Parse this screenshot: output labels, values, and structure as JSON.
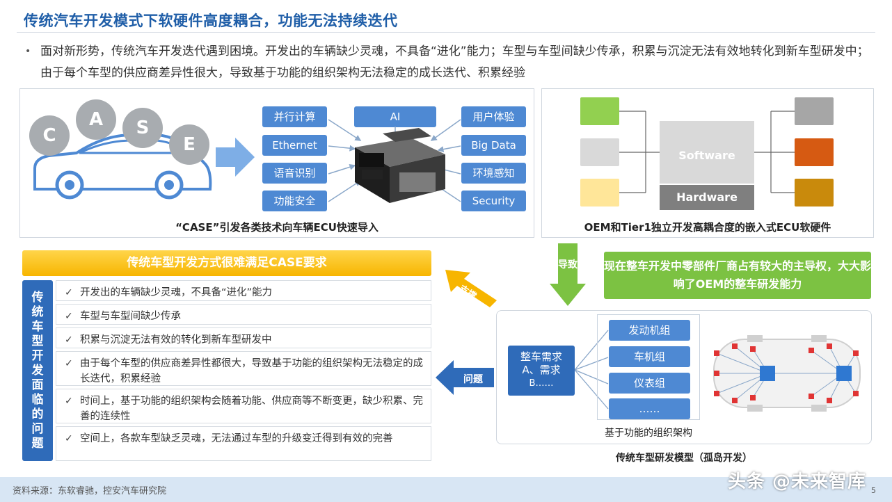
{
  "title": "传统汽车开发模式下软硬件高度耦合，功能无法持续迭代",
  "bullet": "面对新形势，传统汽车开发迭代遇到困境。开发出的车辆缺少灵魂，不具备“进化”能力；车型与车型间缺少传承，积累与沉淀无法有效地转化到新车型研发中；由于每个车型的供应商差异性很大，导致基于功能的组织架构无法稳定的成长迭代、积累经验",
  "panel1": {
    "case_letters": [
      "C",
      "A",
      "S",
      "E"
    ],
    "left_buttons": [
      "并行计算",
      "Ethernet",
      "语音识别",
      "功能安全"
    ],
    "center_top_button": "AI",
    "right_buttons": [
      "用户体验",
      "Big Data",
      "环境感知",
      "Security"
    ],
    "caption": "“CASE”引发各类技术向车辆ECU快速导入"
  },
  "panel2": {
    "software_label": "Software",
    "hardware_label": "Hardware",
    "caption": "OEM和Tier1独立开发高耦合度的嵌入式ECU软硬件",
    "colors": {
      "left": [
        "#92d050",
        "#d9d9d9",
        "#ffe699"
      ],
      "right": [
        "#a6a6a6",
        "#d65a12",
        "#c98a0c"
      ]
    }
  },
  "arrows": {
    "down_label": "导致",
    "support_label": "支撑",
    "problem_label": "问题"
  },
  "problems": {
    "header": "传统车型开发方式很难满足CASE要求",
    "side_label": "传统车型开发面临的问题",
    "items": [
      "开发出的车辆缺少灵魂，不具备“进化”能力",
      "车型与车型间缺少传承",
      "积累与沉淀无法有效的转化到新车型研发中",
      "由于每个车型的供应商差异性都很大，导致基于功能的组织架构无法稳定的成长迭代，积累经验",
      "时间上，基于功能的组织架构会随着功能、供应商等不断变更，缺少积累、完善的连续性",
      "空间上，各款车型缺乏灵魂，无法通过车型的升级变迁得到有效的完善"
    ]
  },
  "green_note": "现在整车开发中零部件厂商占有较大的主导权，大大影响了OEM的整车研发能力",
  "panel3": {
    "req_lines": [
      "整车需求",
      "A、需求",
      "B……"
    ],
    "groups": [
      "发动机组",
      "车机组",
      "仪表组",
      "……"
    ],
    "org_caption": "基于功能的组织架构",
    "bottom_caption": "传统车型研发模型（孤岛开发）"
  },
  "footer": {
    "source": "资料来源：东软睿驰，控安汽车研究院",
    "page": "5"
  },
  "watermark": "头条 @未来智库"
}
